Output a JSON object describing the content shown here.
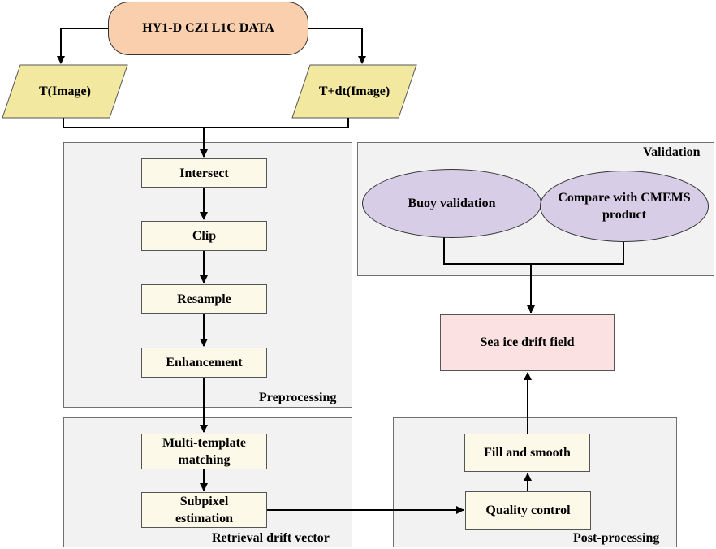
{
  "start": {
    "label": "HY1-D CZI L1C DATA"
  },
  "inputs": {
    "left": "T(Image)",
    "right": "T+dt(Image)"
  },
  "preprocessing": {
    "title": "Preprocessing",
    "steps": [
      "Intersect",
      "Clip",
      "Resample",
      "Enhancement"
    ]
  },
  "retrieval": {
    "title": "Retrieval drift vector",
    "steps": [
      "Multi-template\nmatching",
      "Subpixel\nestimation"
    ]
  },
  "postprocessing": {
    "title": "Post-processing",
    "steps": [
      "Quality control",
      "Fill and smooth"
    ]
  },
  "result": {
    "label": "Sea ice drift field"
  },
  "validation": {
    "title": "Validation",
    "items": [
      "Buoy validation",
      "Compare with CMEMS\nproduct"
    ]
  },
  "colors": {
    "start_fill": "#f9cfae",
    "input_fill": "#f2e8a0",
    "panel_fill": "#f2f2f2",
    "step_fill": "#fdf9e8",
    "result_fill": "#fbe1e1",
    "ellipse_fill": "#d8cde6"
  }
}
